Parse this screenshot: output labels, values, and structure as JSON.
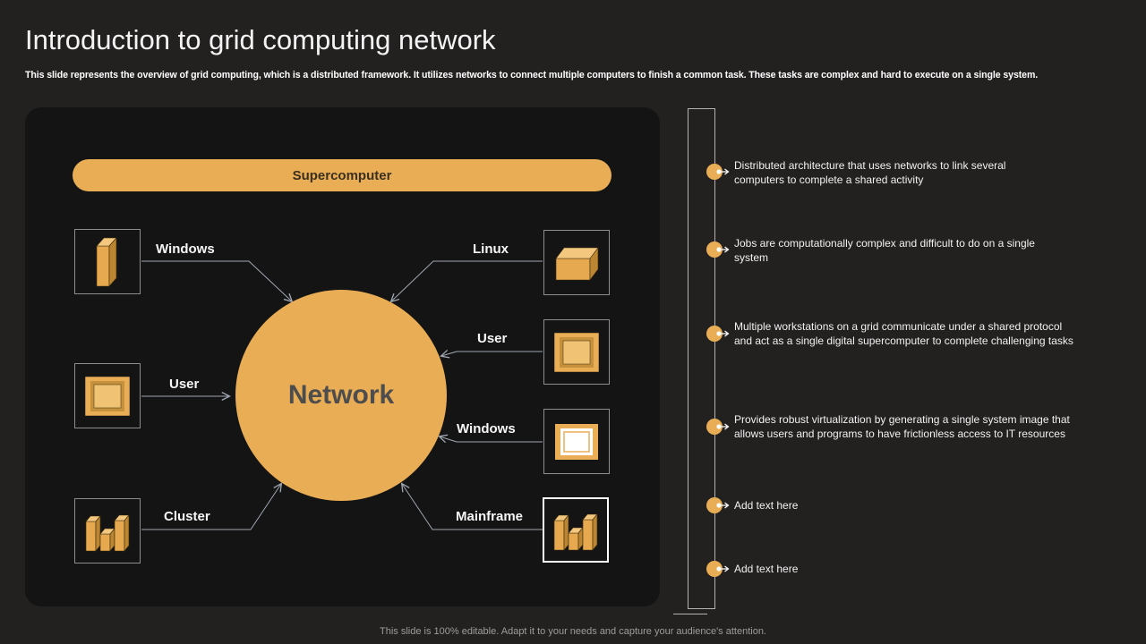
{
  "slide": {
    "title": "Introduction to grid computing network",
    "subtitle": "This slide represents the overview of grid computing, which is a distributed framework. It utilizes networks to connect multiple computers to finish a common task. These tasks are complex and hard to execute on a single system.",
    "footer": "This slide is 100% editable.  Adapt it to your needs and capture your audience's attention."
  },
  "diagram": {
    "supercomputer_label": "Supercomputer",
    "network_label": "Network",
    "nodes": [
      {
        "label": "Windows",
        "icon": "server-tower-icon"
      },
      {
        "label": "Linux",
        "icon": "box-3d-icon"
      },
      {
        "label": "User",
        "icon": "frame-icon"
      },
      {
        "label": "User",
        "icon": "frame-icon"
      },
      {
        "label": "Windows",
        "icon": "window-icon"
      },
      {
        "label": "Cluster",
        "icon": "server-bars-icon"
      },
      {
        "label": "Mainframe",
        "icon": "server-bars-icon"
      }
    ]
  },
  "bullets": [
    {
      "text": "Distributed architecture that uses networks to link several\ncomputers to complete a shared activity"
    },
    {
      "text": "Jobs are computationally complex and difficult to do on a single\nsystem"
    },
    {
      "text": "Multiple workstations on a grid communicate under a shared protocol\nand act as a single digital supercomputer to complete challenging tasks"
    },
    {
      "text": "Provides robust virtualization by generating a single system image that\nallows users and programs to have frictionless access to IT resources"
    },
    {
      "text": "Add text here"
    },
    {
      "text": "Add text here"
    }
  ],
  "colors": {
    "accent": "#E9AD55",
    "accent_light": "#F3C87E",
    "accent_dark": "#BC8532",
    "panel": "#141414",
    "background": "#232120",
    "connector": "#A0A7B2"
  }
}
